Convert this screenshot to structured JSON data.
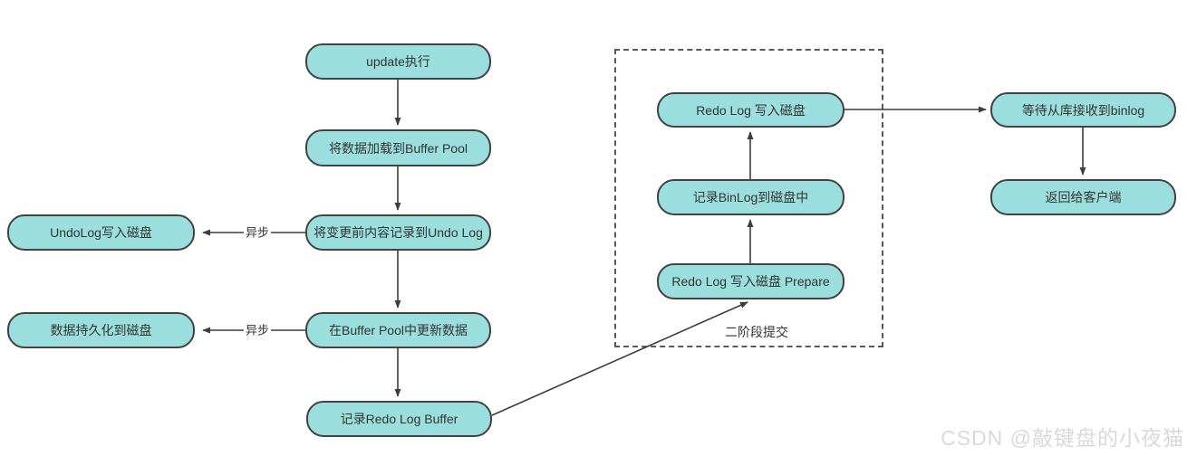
{
  "nodes": [
    {
      "id": "update",
      "label": "update执行"
    },
    {
      "id": "load-buffer-pool",
      "label": "将数据加载到Buffer Pool"
    },
    {
      "id": "record-undo-log",
      "label": "将变更前内容记录到Undo Log"
    },
    {
      "id": "update-in-buffer-pool",
      "label": "在Buffer Pool中更新数据"
    },
    {
      "id": "record-redo-log-buffer",
      "label": "记录Redo Log Buffer"
    },
    {
      "id": "undolog-write-disk",
      "label": "UndoLog写入磁盘"
    },
    {
      "id": "data-persist-disk",
      "label": "数据持久化到磁盘"
    },
    {
      "id": "redo-log-write-disk",
      "label": "Redo Log 写入磁盘"
    },
    {
      "id": "record-binlog",
      "label": "记录BinLog到磁盘中"
    },
    {
      "id": "redo-log-prepare",
      "label": "Redo Log 写入磁盘 Prepare"
    },
    {
      "id": "wait-slave-binlog",
      "label": "等待从库接收到binlog"
    },
    {
      "id": "return-client",
      "label": "返回给客户端"
    }
  ],
  "edge_labels": {
    "async_undo": "异步",
    "async_persist": "异步"
  },
  "group": {
    "label": "二阶段提交"
  },
  "watermark": {
    "text": "CSDN @敲键盘的小夜猫"
  },
  "colors": {
    "node_fill": "#9ADFDD",
    "node_border": "#424242",
    "arrow": "#3D3D3D",
    "dashed_border": "#595959",
    "text": "#333333",
    "watermark": "#D9D9D9"
  }
}
